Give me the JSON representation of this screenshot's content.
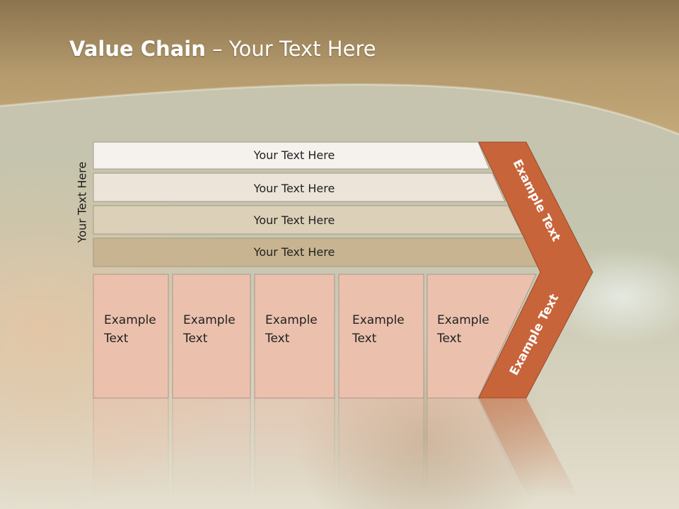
{
  "title": {
    "bold": "Value Chain",
    "rest": " – Your Text Here"
  },
  "side_label": "Your Text Here",
  "bars": [
    {
      "label": "Your Text Here",
      "color": "#f5f2ee"
    },
    {
      "label": "Your Text Here",
      "color": "#ece4d8"
    },
    {
      "label": "Your Text Here",
      "color": "#dcd0b8"
    },
    {
      "label": "Your Text Here",
      "color": "#c8b490"
    }
  ],
  "boxes": [
    {
      "line1": "Example",
      "line2": "Text"
    },
    {
      "line1": "Example",
      "line2": "Text"
    },
    {
      "line1": "Example",
      "line2": "Text"
    },
    {
      "line1": "Example",
      "line2": "Text"
    },
    {
      "line1": "Example",
      "line2": "Text"
    }
  ],
  "chevron": {
    "upper_text": "Example Text",
    "lower_text": "Example Text",
    "color": "#c8643a"
  },
  "colors": {
    "header": "#b49a6c",
    "box_fill": "#ebc1ad"
  }
}
